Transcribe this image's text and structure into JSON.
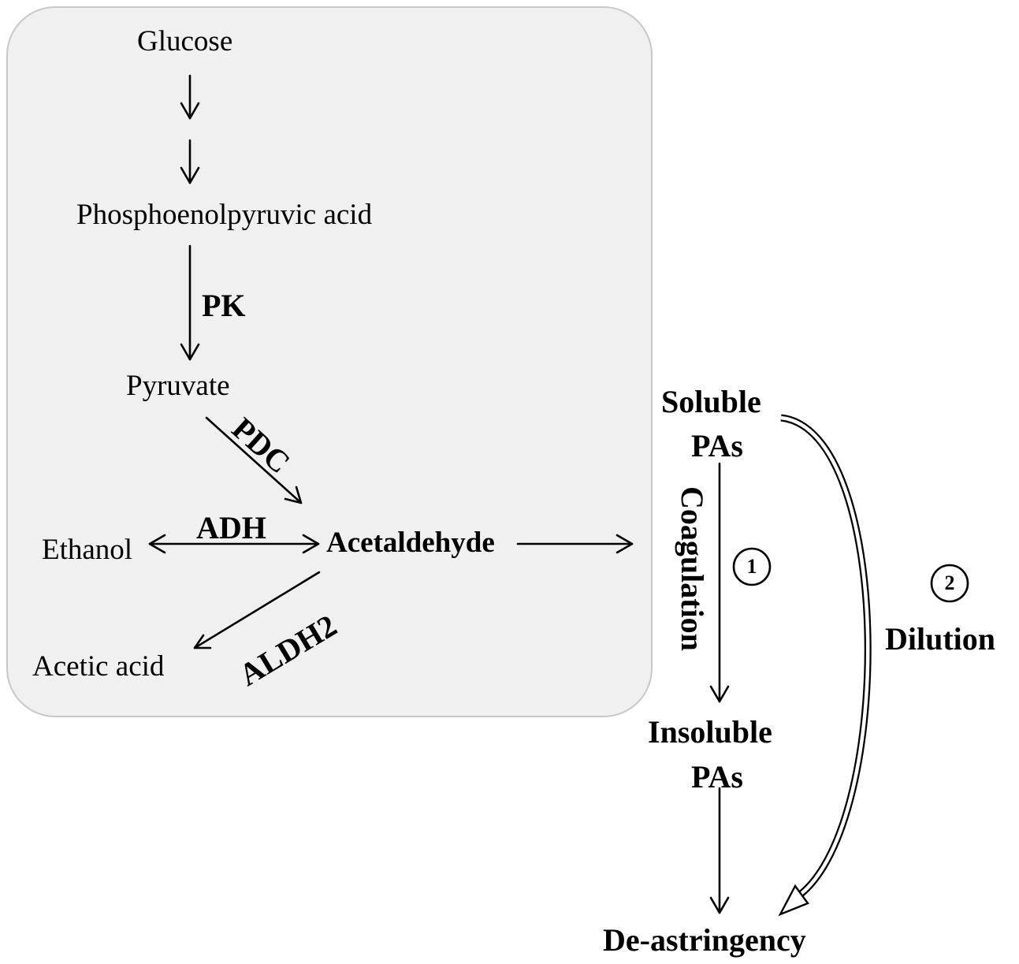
{
  "nodes": {
    "glucose": "Glucose",
    "pep": "Phosphoenolpyruvic acid",
    "pyruvate": "Pyruvate",
    "ethanol": "Ethanol",
    "acetaldehyde": "Acetaldehyde",
    "acetic_acid": "Acetic acid",
    "soluble_line1": "Soluble",
    "soluble_line2": "PAs",
    "insoluble_line1": "Insoluble",
    "insoluble_line2": "PAs",
    "de_astringency": "De-astringency"
  },
  "enzymes": {
    "pk": "PK",
    "pdc": "PDC",
    "adh": "ADH",
    "aldh2": "ALDH2"
  },
  "processes": {
    "coagulation": "Coagulation",
    "coagulation_number": "1",
    "dilution": "Dilution",
    "dilution_number": "2"
  },
  "colors": {
    "panel_fill": "#f0f0f0",
    "panel_border": "#c8c8c8",
    "ink": "#000000"
  }
}
